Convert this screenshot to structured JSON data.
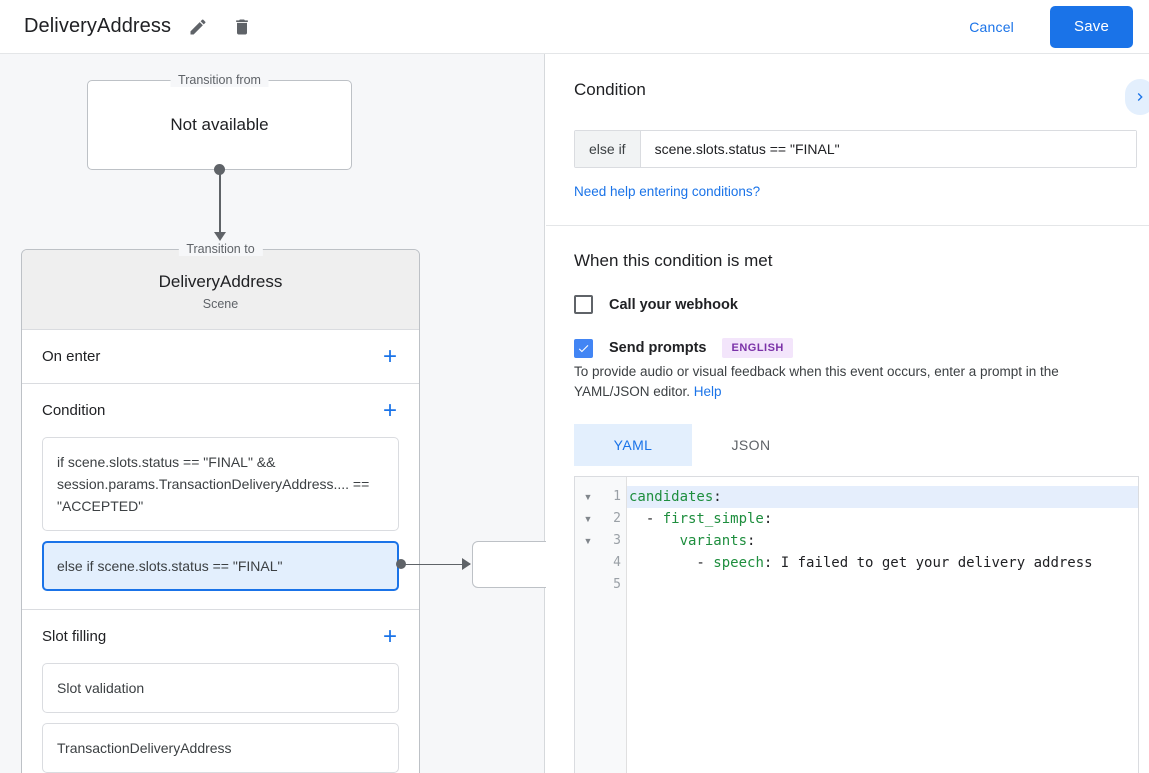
{
  "topbar": {
    "title": "DeliveryAddress",
    "edit_icon": "pencil-icon",
    "delete_icon": "trash-icon",
    "cancel_label": "Cancel",
    "save_label": "Save",
    "accent_color": "#1a73e8"
  },
  "graph": {
    "transition_from": {
      "legend": "Transition from",
      "body": "Not available"
    },
    "transition_to": {
      "legend": "Transition to",
      "name": "DeliveryAddress",
      "subtitle": "Scene"
    },
    "sections": [
      {
        "title": "On enter",
        "add_label": "+",
        "items": []
      },
      {
        "title": "Condition",
        "add_label": "+",
        "items": [
          {
            "text": "if scene.slots.status == \"FINAL\" && session.params.TransactionDeliveryAddress.... == \"ACCEPTED\"",
            "selected": false
          },
          {
            "text": "else if scene.slots.status == \"FINAL\"",
            "selected": true
          }
        ]
      },
      {
        "title": "Slot filling",
        "add_label": "+",
        "items": [
          {
            "text": "Slot validation",
            "selected": false
          },
          {
            "text": "TransactionDeliveryAddress",
            "selected": false
          }
        ]
      }
    ]
  },
  "details": {
    "condition": {
      "heading": "Condition",
      "prefix": "else if",
      "value": "scene.slots.status == \"FINAL\"",
      "help_link": "Need help entering conditions?",
      "collapse_icon": "chevron-right-icon"
    },
    "when_met": {
      "heading": "When this condition is met",
      "webhook": {
        "label": "Call your webhook",
        "checked": false
      },
      "prompts": {
        "label": "Send prompts",
        "checked": true,
        "badge": "ENGLISH",
        "badge_bg": "#f3e5fb",
        "badge_color": "#7b32a8"
      },
      "description_before_link": "To provide audio or visual feedback when this event occurs, enter a prompt in the YAML/JSON editor. ",
      "description_link": "Help"
    },
    "editor": {
      "tabs": [
        {
          "label": "YAML",
          "active": true
        },
        {
          "label": "JSON",
          "active": false
        }
      ],
      "lines": [
        {
          "n": "1",
          "fold": true,
          "highlight": true,
          "key": "candidates",
          "punct": ":",
          "indent": "",
          "dash": false,
          "value": ""
        },
        {
          "n": "2",
          "fold": true,
          "highlight": false,
          "key": "first_simple",
          "punct": ":",
          "indent": "  ",
          "dash": true,
          "value": ""
        },
        {
          "n": "3",
          "fold": true,
          "highlight": false,
          "key": "variants",
          "punct": ":",
          "indent": "      ",
          "dash": false,
          "value": ""
        },
        {
          "n": "4",
          "fold": false,
          "highlight": false,
          "key": "speech",
          "punct": ":",
          "indent": "        ",
          "dash": true,
          "value": " I failed to get your delivery address"
        },
        {
          "n": "5",
          "fold": false,
          "highlight": false,
          "key": "",
          "punct": "",
          "indent": "",
          "dash": false,
          "value": ""
        }
      ]
    }
  }
}
